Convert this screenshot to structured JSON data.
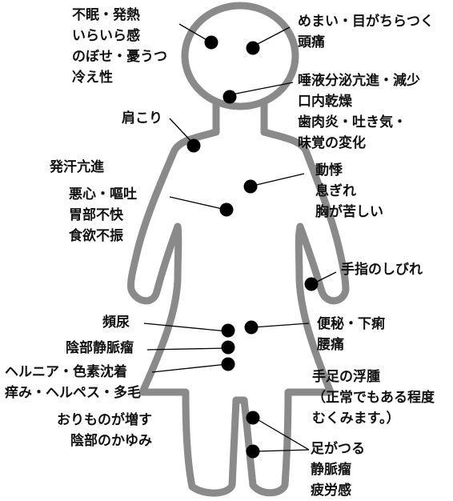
{
  "colors": {
    "figure_outline": "#8a8a8a",
    "dot": "#000000",
    "leader": "#000000",
    "text": "#111111"
  },
  "labels": {
    "head_left": [
      "不眠・発熱",
      "いらいら感",
      "のぼせ・憂うつ",
      "冷え性"
    ],
    "head_right": [
      "めまい・目がちらつく",
      "頭痛"
    ],
    "mouth": [
      "唾液分泌亢進・減少",
      "口内乾燥",
      "歯肉炎・吐き気・",
      "味覚の変化"
    ],
    "shoulder": [
      "肩こり"
    ],
    "sweat": [
      "発汗亢進"
    ],
    "stomach": [
      "悪心・嘔吐",
      "胃部不快",
      "食欲不振"
    ],
    "chest": [
      "動悸",
      "息ぎれ",
      "胸が苦しい"
    ],
    "hand": [
      "手指のしびれ"
    ],
    "urine": [
      "頻尿"
    ],
    "varices": [
      "陰部静脈瘤"
    ],
    "hernia": [
      "ヘルニア・色素沈着",
      "痒み・ヘルペス・多毛"
    ],
    "discharge": [
      "おりものが増す",
      "陰部のかゆみ"
    ],
    "bowel": [
      "便秘・下痢",
      "腰痛"
    ],
    "edema": [
      "手足の浮腫",
      "（正常でもある程度",
      "むくみます。）"
    ],
    "legs": [
      "足がつる",
      "静脈瘤",
      "疲労感"
    ]
  }
}
